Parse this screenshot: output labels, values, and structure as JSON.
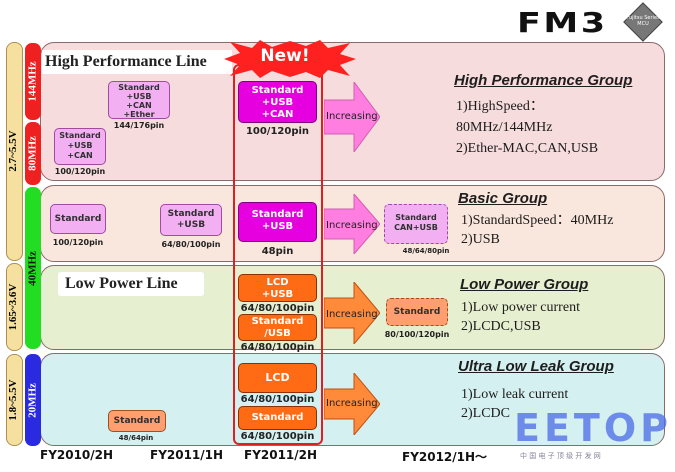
{
  "logo": {
    "text": "FM3",
    "badge": "Fujitsu Series MCU"
  },
  "voltages": [
    "2.7~5.5V",
    "1.65~3.6V",
    "1.8~5.5V"
  ],
  "frequencies": [
    "144MHz",
    "80MHz",
    "40MHz",
    "20MHz"
  ],
  "lines": {
    "high": "High Performance Line",
    "low": "Low Power Line"
  },
  "new_label": "New!",
  "increasing": "Increasing",
  "products": {
    "hp_std_usb_can": {
      "label": "Standard\n+USB\n+CAN",
      "pins": "100/120pin"
    },
    "hp_std_usb_can_ether": {
      "label": "Standard\n+USB\n+CAN\n+Ether",
      "pins": "144/176pin"
    },
    "hp_new": {
      "label": "Standard\n+USB\n+CAN",
      "pins": "100/120pin"
    },
    "basic_std": {
      "label": "Standard",
      "pins": "100/120pin"
    },
    "basic_std_usb": {
      "label": "Standard\n+USB",
      "pins": "64/80/100pin"
    },
    "basic_new": {
      "label": "Standard\n+USB",
      "pins": "48pin"
    },
    "basic_future": {
      "label": "Standard\nCAN+USB",
      "pins": "48/64/80pin"
    },
    "lp_lcd_usb": {
      "label": "LCD\n+USB",
      "pins": "64/80/100pin"
    },
    "lp_std_usb": {
      "label": "Standard\n/USB",
      "pins": "64/80/100pin"
    },
    "lp_future": {
      "label": "Standard",
      "pins": "80/100/120pin"
    },
    "ul_lcd": {
      "label": "LCD",
      "pins": "64/80/100pin"
    },
    "ul_std_new": {
      "label": "Standard",
      "pins": "64/80/100pin"
    },
    "ul_std": {
      "label": "Standard",
      "pins": "48/64pin"
    }
  },
  "groups": {
    "high": {
      "title": "High Performance Group",
      "features": [
        "1)HighSpeed：",
        "80MHz/144MHz",
        "2)Ether-MAC,CAN,USB"
      ]
    },
    "basic": {
      "title": "Basic Group",
      "features": [
        "1)StandardSpeed：40MHz",
        "2)USB"
      ]
    },
    "low": {
      "title": "Low Power Group",
      "features": [
        "1)Low power current",
        "2)LCDC,USB"
      ]
    },
    "ultra": {
      "title": "Ultra Low Leak Group",
      "features": [
        "1)Low leak current",
        "2)LCDC"
      ]
    }
  },
  "timeline": [
    "FY2010/2H",
    "FY2011/1H",
    "FY2011/2H",
    "FY2012/1H～"
  ],
  "watermark": {
    "text": "EETOP",
    "sub": "中 国 电 子 顶 级 开 发 网"
  },
  "colors": {
    "magenta": "#e600e0",
    "orange": "#ff6a14",
    "new_red": "#ff2020"
  }
}
